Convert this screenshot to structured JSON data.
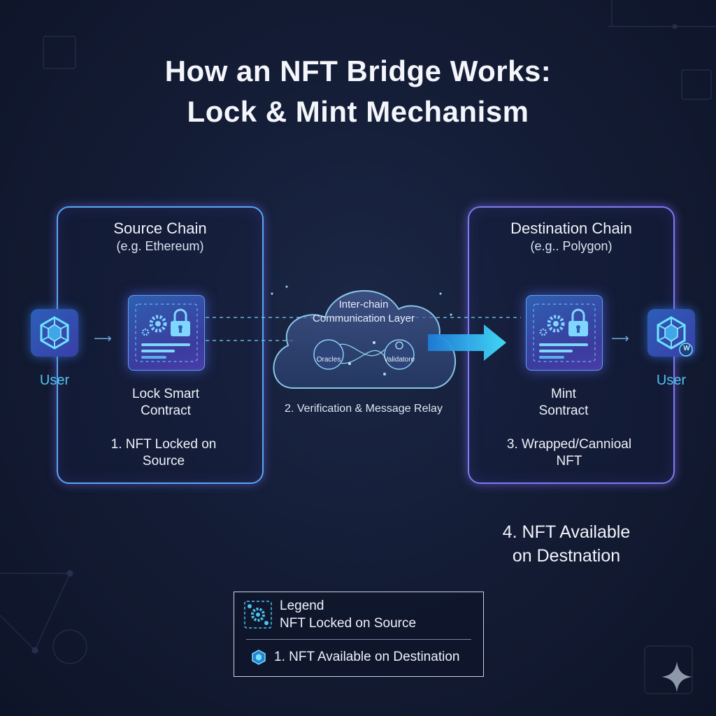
{
  "title": {
    "line1": "How an NFT Bridge Works:",
    "line2": "Lock & Mint Mechanism"
  },
  "source": {
    "title": "Source Chain",
    "subtitle": "(e.g. Ethereum)",
    "contract_label_1": "Lock Smart",
    "contract_label_2": "Contract",
    "step_1": "1. NFT Locked on",
    "step_2": "Source"
  },
  "destination": {
    "title": "Destination Chain",
    "subtitle": "(e.g.. Polygon)",
    "contract_label_1": "Mint",
    "contract_label_2": "Sontract",
    "step_1": "3. Wrapped/Cannioal",
    "step_2": "NFT"
  },
  "users": {
    "left": "User",
    "right": "User",
    "wrapped_badge": "W"
  },
  "relay": {
    "cloud_title_1": "Inter-chain",
    "cloud_title_2": "Communication Layer",
    "oracles": "Oracles",
    "validators": "Validatore",
    "step": "2. Verification & Message Relay"
  },
  "final_step": {
    "line1": "4. NFT Available",
    "line2": "on Destnation"
  },
  "legend": {
    "title": "Legend",
    "item1": "NFT Locked on Source",
    "item2": "1. NFT Available on Destination"
  },
  "colors": {
    "cyan": "#3fd0f5",
    "violet": "#7b7cf2",
    "tile_blue": "#2f5fb0"
  }
}
